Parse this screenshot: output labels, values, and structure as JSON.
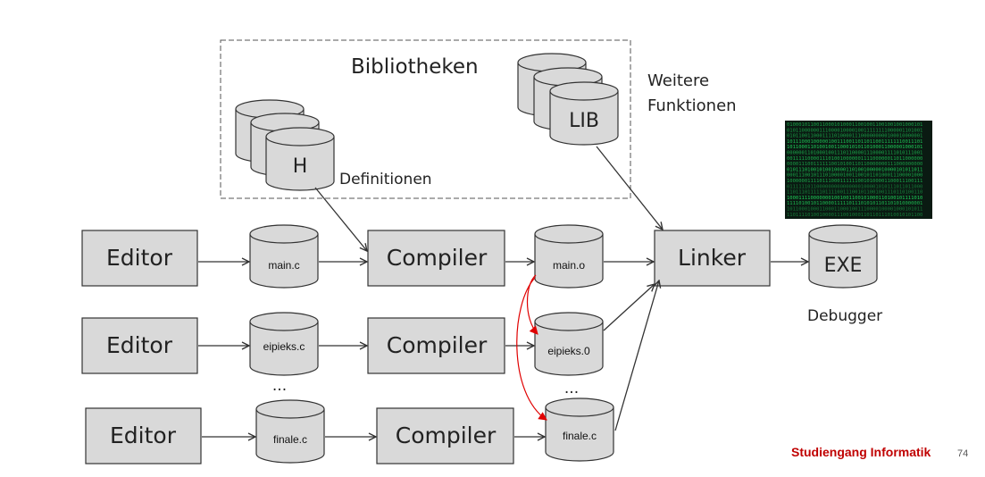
{
  "library_group": {
    "title": "Bibliotheken",
    "header_label": "H",
    "header_caption": "Definitionen",
    "lib_label": "LIB",
    "lib_caption_line1": "Weitere",
    "lib_caption_line2": "Funktionen"
  },
  "rows": [
    {
      "editor": "Editor",
      "source": "main.c",
      "compiler": "Compiler",
      "object": "main.o"
    },
    {
      "editor": "Editor",
      "source": "eipieks.c",
      "compiler": "Compiler",
      "object": "eipieks.0"
    },
    {
      "editor": "Editor",
      "source": "finale.c",
      "compiler": "Compiler",
      "object": "finale.c"
    }
  ],
  "ellipsis": [
    "...",
    "..."
  ],
  "linker": "Linker",
  "exe": "EXE",
  "debugger": "Debugger",
  "footer": {
    "brand": "Studiengang Informatik",
    "page": "74"
  },
  "colors": {
    "box_fill": "#d9d9d9",
    "stroke": "#333333",
    "red_arrow": "#e00000",
    "brand": "#c00000",
    "matrix_bg": "#0a1a12",
    "matrix_fg": "#1fd15a"
  }
}
